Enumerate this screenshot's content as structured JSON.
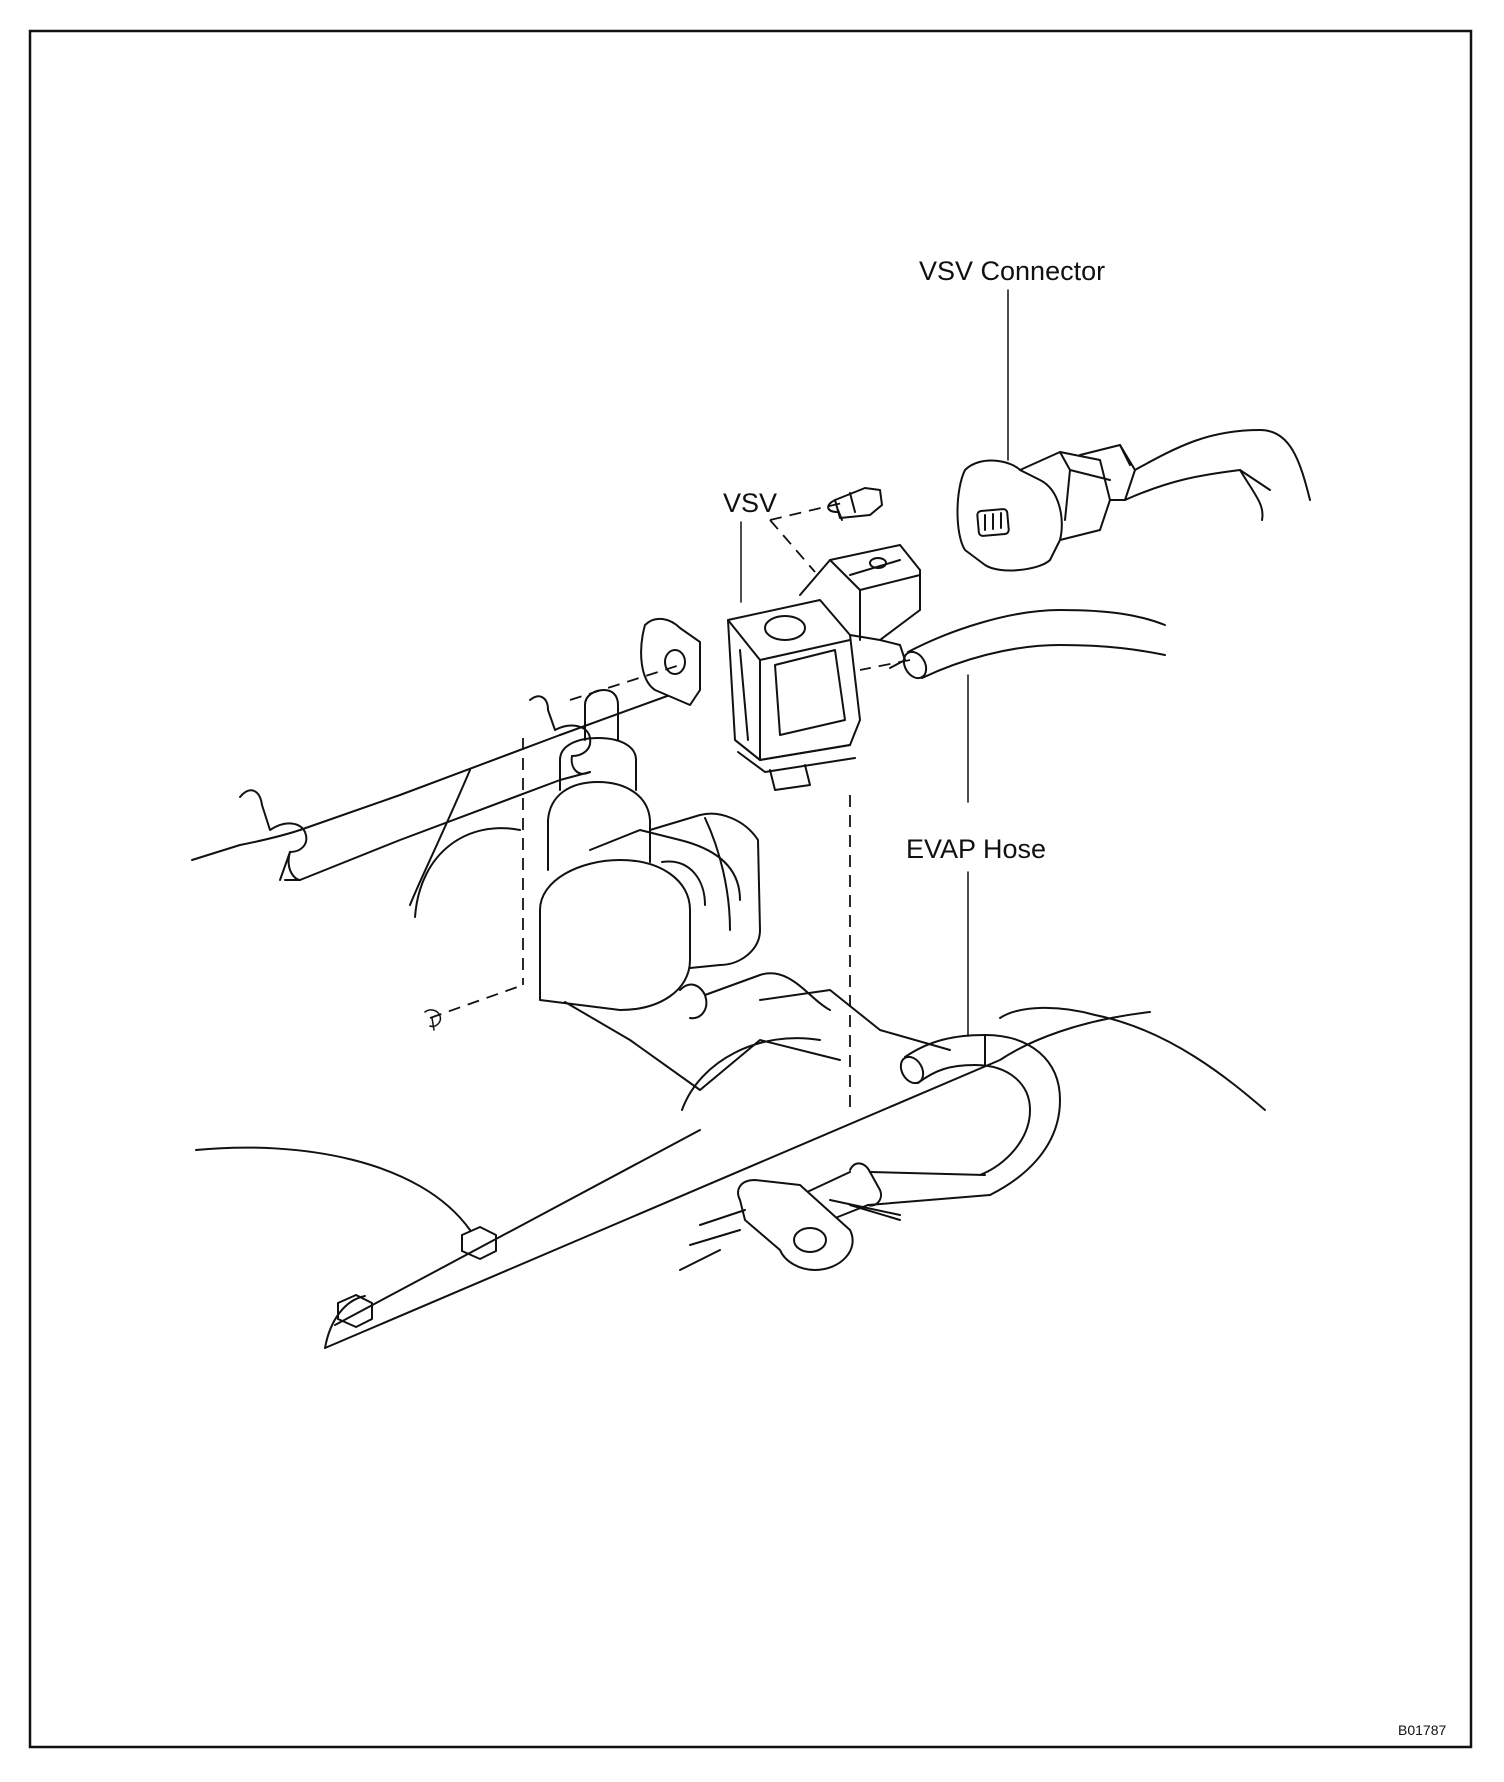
{
  "diagram": {
    "labels": {
      "vsv_connector": "VSV Connector",
      "vsv": "VSV",
      "evap_hose": "EVAP Hose"
    },
    "figure_code": "B01787"
  }
}
